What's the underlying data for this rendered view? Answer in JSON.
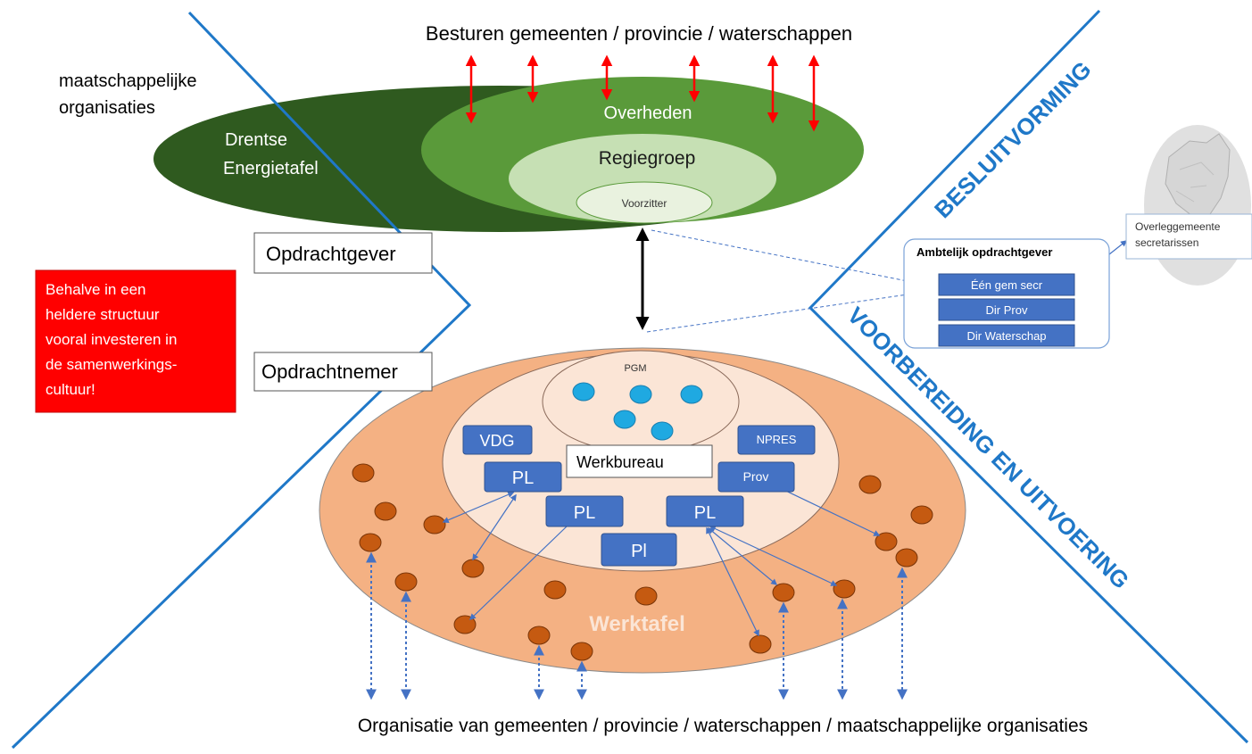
{
  "labels": {
    "top_title": "Besturen gemeenten / provincie / waterschappen",
    "social_orgs": [
      "maatschappelijke",
      "organisaties"
    ],
    "energietafel": [
      "Drentse",
      "Energietafel"
    ],
    "overheden": "Overheden",
    "regiegroep": "Regiegroep",
    "voorzitter": "Voorzitter",
    "opdrachtgever": "Opdrachtgever",
    "opdrachtnemer": "Opdrachtnemer",
    "note": [
      "Behalve in een",
      "heldere structuur",
      "vooral investeren in",
      "de samenwerkings-",
      "cultuur!"
    ],
    "besluitvorming": "BESLUITVORMING",
    "voorbereiding": "VOORBEREIDING EN UITVOERING",
    "ambtelijk_title": "Ambtelijk opdrachtgever",
    "ambtelijk_items": [
      "Één gem secr",
      "Dir Prov",
      "Dir Waterschap"
    ],
    "overleg": [
      "Overleggemeente",
      "secretarissen"
    ],
    "pgm": "PGM",
    "werkbureau": "Werkbureau",
    "vdg": "VDG",
    "npres": "NPRES",
    "prov": "Prov",
    "pl1": "PL",
    "pl2": "PL",
    "pl3": "PL",
    "pl4": "Pl",
    "werktafel": "Werktafel",
    "bottom_title": "Organisatie van gemeenten / provincie / waterschappen / maatschappelijke organisaties"
  },
  "colors": {
    "dark_green": "#2f5a1f",
    "mid_green": "#5a9a3a",
    "light_green": "#c6e0b4",
    "pale_green": "#e9f2df",
    "orange_outer": "#f4b183",
    "orange_inner": "#fbe5d6",
    "node": "#4472c4",
    "dot_brown": "#c55a11",
    "dot_blue": "#1fa9e1",
    "line_blue": "#1f78c8",
    "red": "#ff0000"
  }
}
